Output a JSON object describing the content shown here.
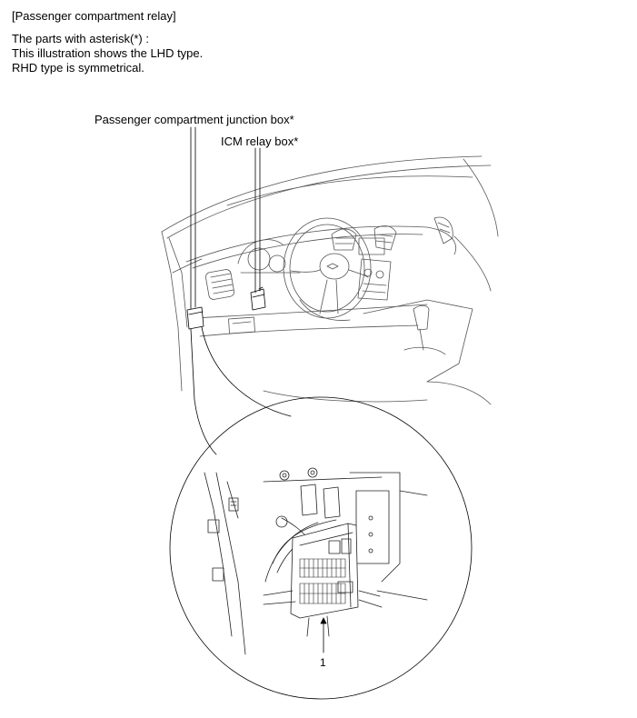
{
  "header": {
    "title": "[Passenger compartment relay]",
    "notes": [
      "The parts with asterisk(*) :",
      "This illustration shows the LHD type.",
      "RHD type is symmetrical."
    ]
  },
  "callouts": {
    "junction_box": "Passenger compartment junction box*",
    "icm_relay_box": "ICM relay box*",
    "detail_number": "1"
  }
}
